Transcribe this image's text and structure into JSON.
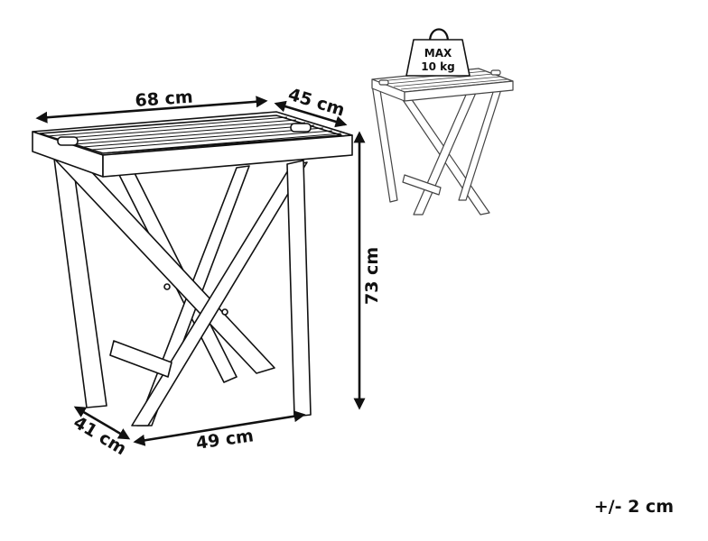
{
  "dimensions": {
    "width_label": "68 cm",
    "depth_label": "45 cm",
    "height_label": "73 cm",
    "base_depth_label": "41 cm",
    "base_width_label": "49 cm"
  },
  "weight": {
    "max_label": "MAX",
    "value_label": "10 kg"
  },
  "tolerance": "+/- 2 cm",
  "colors": {
    "line": "#111111",
    "outline_light": "#444444"
  }
}
